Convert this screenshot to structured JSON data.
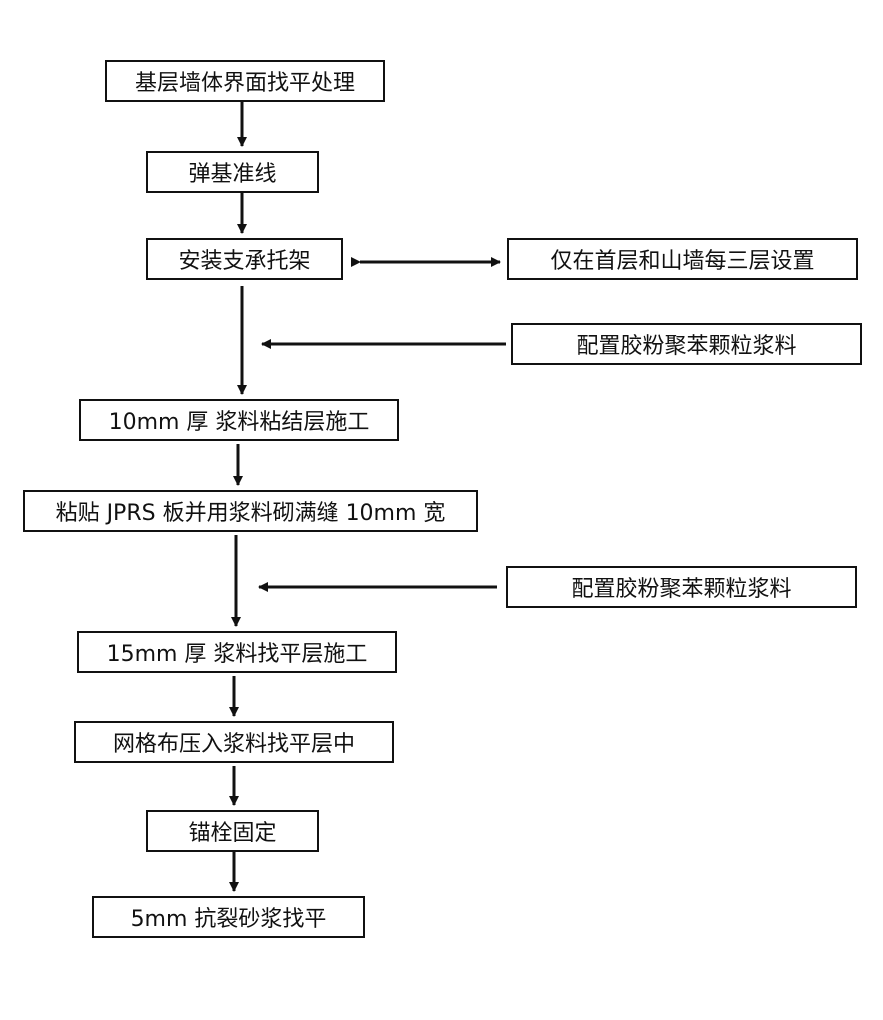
{
  "flowchart": {
    "steps": [
      "基层墙体界面找平处理",
      "弹基准线",
      "安装支承托架",
      "10mm 厚 浆料粘结层施工",
      "粘贴 JPRS 板并用浆料砌满缝 10mm 宽",
      "15mm 厚 浆料找平层施工",
      "网格布压入浆料找平层中",
      "锚栓固定",
      "5mm 抗裂砂浆找平"
    ],
    "side_notes": [
      "仅在首层和山墙每三层设置",
      "配置胶粉聚苯颗粒浆料",
      "配置胶粉聚苯颗粒浆料"
    ]
  },
  "colors": {
    "line": "#111111",
    "box_border": "#111111",
    "text": "#111111",
    "background": "#ffffff"
  }
}
